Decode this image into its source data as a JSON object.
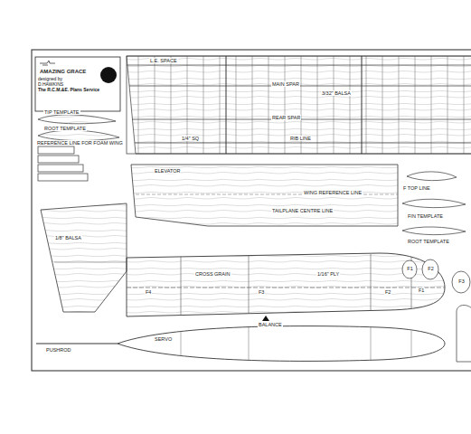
{
  "diagram": {
    "title": "AMAZING GRACE",
    "nodes": [
      {
        "text": [
          "designed by",
          "D.HAWKINS",
          "The R.C.M.&E. Plans Service"
        ]
      },
      {
        "text": [
          "F1"
        ]
      },
      {
        "text": [
          "F2"
        ]
      },
      {
        "text": [
          "F3"
        ]
      }
    ],
    "labels": [
      "L.E. SPACE",
      "TIP TEMPLATE",
      "ROOT TEMPLATE",
      "REFERENCE LINE FOR FOAM WING",
      "MAIN SPAR",
      "REAR SPAR",
      "RIB LINE",
      "1/4\" SQ",
      "3/32\" BALSA",
      "WING REFERENCE LINE",
      "TAILPLANE CENTRE LINE",
      "F TOP LINE",
      "FIN TEMPLATE",
      "ROOT TEMPLATE",
      "ELEVATOR",
      "1/8\" BALSA",
      "F4",
      "F3",
      "F2",
      "F1",
      "BALANCE",
      "PUSHROD",
      "CROSS GRAIN",
      "1/16\" PLY",
      "SERVO"
    ]
  }
}
